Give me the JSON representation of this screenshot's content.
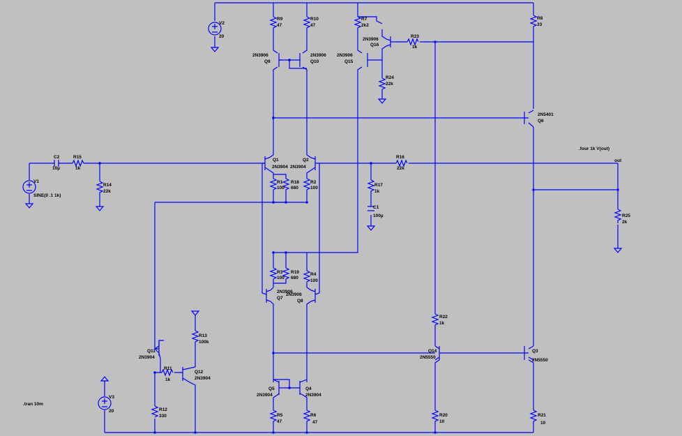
{
  "labels": {
    "r1": "R1",
    "r1v": "100",
    "r2": "R2",
    "r2v": "100",
    "r3": "R3",
    "r3v": "100",
    "r4": "R4",
    "r4v": "100",
    "r5": "R5",
    "r5v": "47",
    "r6": "R6",
    "r6v": "47",
    "r7": "R7",
    "r7v": "2k2",
    "r8": "R8",
    "r8v": "33",
    "r9": "R9",
    "r9v": "47",
    "r10": "R10",
    "r10v": "47",
    "r11": "R11",
    "r11v": "1k",
    "r12": "R12",
    "r12v": "330",
    "r13": "R13",
    "r13v": "100k",
    "r14": "R14",
    "r14v": "22k",
    "r15": "R15",
    "r15v": "1k",
    "r16": "R16",
    "r16v": "22k",
    "r17": "R17",
    "r17v": "1k",
    "r18": "R18",
    "r18v": "680",
    "r19": "R19",
    "r19v": "680",
    "r20": "R20",
    "r20v": "10",
    "r21": "R21",
    "r21v": "10",
    "r22": "R22",
    "r22v": "1k",
    "r23": "R23",
    "r23v": "1k",
    "r24": "R24",
    "r24v": "22k",
    "r25": "R25",
    "r25v": "2k",
    "c1": "C1",
    "c1v": "100µ",
    "c2": "C2",
    "c2v": "10µ",
    "q1": "Q1",
    "q1m": "2N3904",
    "q2": "Q2",
    "q2m": "2N3904",
    "q3": "Q3",
    "q3m": "2N5550",
    "q4": "Q4",
    "q4m": "2N3904",
    "q5": "Q5",
    "q5m": "2N3904",
    "q6": "Q6",
    "q6m": "2N5401",
    "q7": "Q7",
    "q7m": "2N3906",
    "q8": "Q8",
    "q8m": "2N3906",
    "q9": "Q9",
    "q9m": "2N3906",
    "q10": "Q10",
    "q10m": "2N3906",
    "q11": "Q11",
    "q11m": "2N3904",
    "q12": "Q12",
    "q12m": "2N3904",
    "q14": "Q14",
    "q14m": "2N5550",
    "q15": "Q15",
    "q15m": "2N3906",
    "q16": "Q16",
    "q16m": "2N3906",
    "v1": "V1",
    "v1v": "SINE(0 .1 1k)",
    "v2": "V2",
    "v2v": "20",
    "v3": "V3",
    "v3v": "20",
    "four": ".four 1k V(out)",
    "tran": ".tran 10m",
    "out": "out"
  }
}
